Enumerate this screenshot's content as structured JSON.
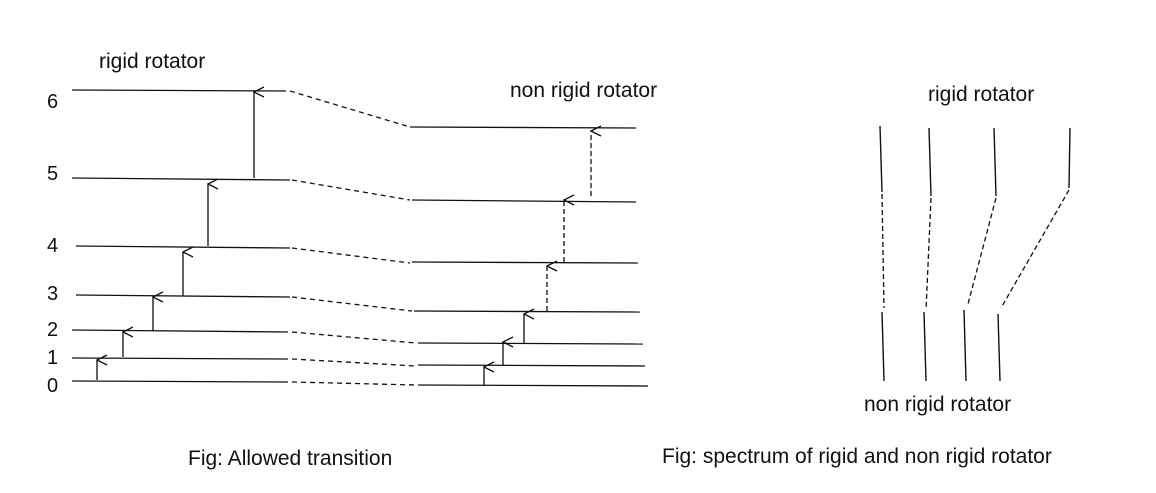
{
  "energy_levels": {
    "labels": [
      "0",
      "1",
      "2",
      "3",
      "4",
      "5",
      "6"
    ]
  },
  "left_figure": {
    "rigid_title": "rigid rotator",
    "nonrigid_title": "non rigid rotator",
    "caption": "Fig: Allowed transition"
  },
  "right_figure": {
    "rigid_title": "rigid rotator",
    "nonrigid_title": "non rigid rotator",
    "caption": "Fig: spectrum of rigid and non rigid rotator"
  }
}
